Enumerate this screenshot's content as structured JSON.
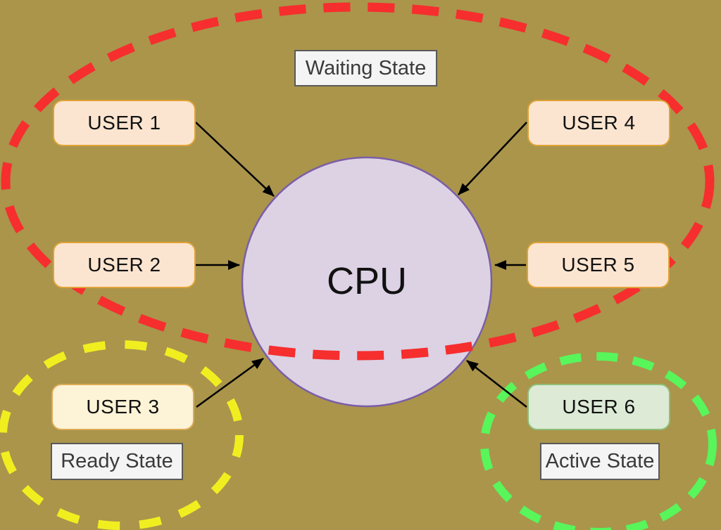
{
  "cpu": {
    "label": "CPU"
  },
  "users": [
    {
      "label": "USER 1",
      "state": "waiting"
    },
    {
      "label": "USER 2",
      "state": "waiting"
    },
    {
      "label": "USER 3",
      "state": "ready"
    },
    {
      "label": "USER 4",
      "state": "waiting"
    },
    {
      "label": "USER 5",
      "state": "waiting"
    },
    {
      "label": "USER 6",
      "state": "active"
    }
  ],
  "state_labels": [
    {
      "label": "Waiting State"
    },
    {
      "label": "Ready State"
    },
    {
      "label": "Active State"
    }
  ],
  "colors": {
    "background": "#aa954b",
    "waiting_ellipse": "#f62e2e",
    "ready_ellipse": "#f1ee20",
    "active_ellipse": "#58f55b",
    "cpu_fill": "#dcd2e4",
    "cpu_border": "#7b5ea7",
    "user_waiting_fill": "#fce5d0",
    "user_waiting_border": "#dfa336",
    "user_ready_fill": "#fdf3d6",
    "user_ready_border": "#dcab55",
    "user_active_fill": "#dcead6",
    "user_active_border": "#8fbe77",
    "state_label_fill": "#f4f4f4",
    "state_label_border": "#595959",
    "arrow": "#000000"
  }
}
